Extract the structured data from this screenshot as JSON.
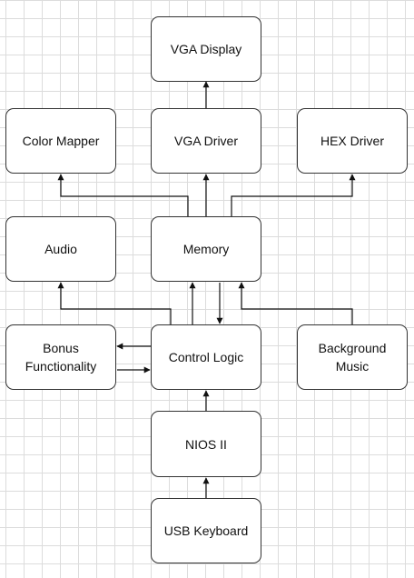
{
  "blocks": {
    "vga_display": "VGA Display",
    "color_mapper": "Color Mapper",
    "vga_driver": "VGA Driver",
    "hex_driver": "HEX Driver",
    "audio": "Audio",
    "memory": "Memory",
    "bonus": "Bonus\nFunctionality",
    "control_logic": "Control Logic",
    "background_music": "Background\nMusic",
    "nios": "NIOS II",
    "usb_keyboard": "USB Keyboard"
  },
  "colors": {
    "stroke": "#111111",
    "grid": "#dcdcdc",
    "box_fill": "#ffffff"
  }
}
